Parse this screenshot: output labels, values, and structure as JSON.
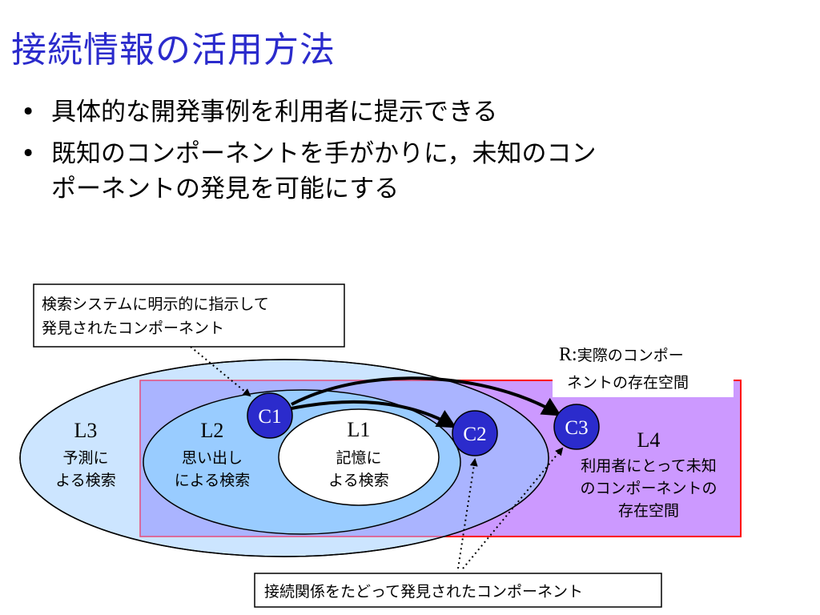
{
  "title": "接続情報の活用方法",
  "bullets": [
    {
      "lines": [
        "具体的な開発事例を利用者に提示できる"
      ]
    },
    {
      "lines": [
        "既知のコンポーネントを手がかりに，未知のコン",
        "ポーネントの発見を可能にする"
      ]
    }
  ],
  "diagram": {
    "callout_explicit": [
      "検索システムに明示的に指示して",
      "発見されたコンポーネント"
    ],
    "callout_traced": "接続関係をたどって発見されたコンポーネント",
    "region_r": {
      "prefix": "R:",
      "lines": [
        "実際のコンポー",
        "ネントの存在空間"
      ]
    },
    "l3": {
      "label": "L3",
      "lines": [
        "予測に",
        "よる検索"
      ]
    },
    "l2": {
      "label": "L2",
      "lines": [
        "思い出し",
        "による検索"
      ]
    },
    "l1": {
      "label": "L1",
      "lines": [
        "記憶に",
        "よる検索"
      ]
    },
    "l4": {
      "label": "L4",
      "lines": [
        "利用者にとって未知",
        "のコンポーネントの",
        "存在空間"
      ]
    },
    "nodes": {
      "c1": "C1",
      "c2": "C2",
      "c3": "C3"
    },
    "colors": {
      "title": "#2b2bcc",
      "l3_fill": "#cce5ff",
      "l4_fill": "#cc99ff",
      "r_border": "#ff0000",
      "l2_fill": "#99ccff",
      "overlap_fill": "#aab4ff",
      "node_fill": "#2b2bcc"
    }
  }
}
